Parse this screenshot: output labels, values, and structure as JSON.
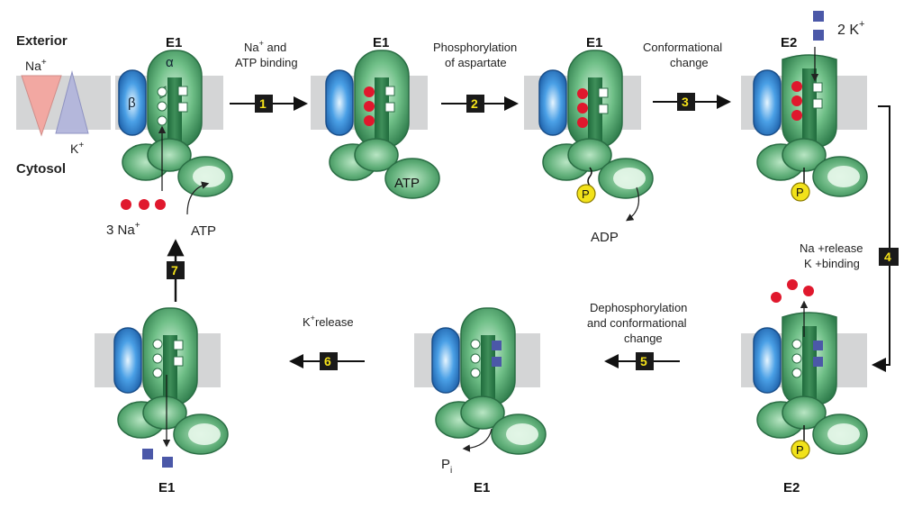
{
  "labels": {
    "exterior": "Exterior",
    "cytosol": "Cytosol",
    "na": "Na",
    "k": "K",
    "plus": "+",
    "alpha": "α",
    "beta": "β",
    "e1": "E1",
    "e2": "E2",
    "three_na": "3 Na",
    "two_k": "2 K",
    "atp": "ATP",
    "adp": "ADP",
    "p": "P",
    "pi_main": "P",
    "pi_sub": "i"
  },
  "steps": [
    {
      "num": "1",
      "line1": "Na",
      "line1_sup": "+",
      "line1_rest": " and",
      "line2": "ATP binding"
    },
    {
      "num": "2",
      "line1": "Phosphorylation",
      "line2": "of aspartate"
    },
    {
      "num": "3",
      "line1": "Conformational",
      "line2": "change"
    },
    {
      "num": "4",
      "line1": "Na +release",
      "line2": "K +binding"
    },
    {
      "num": "5",
      "line1": "Dephosphorylation",
      "line2": "and conformational",
      "line3": "change"
    },
    {
      "num": "6",
      "line1": "K",
      "line1_sup": "+",
      "line1_rest": "release"
    },
    {
      "num": "7"
    }
  ],
  "colors": {
    "membrane": "#d4d5d6",
    "protein_green": "#5fae78",
    "protein_dark": "#2f7d4c",
    "beta_blue": "#2f86d1",
    "na_red": "#e0182d",
    "k_blue": "#4b58a8",
    "phosphate_yellow": "#f2e21a",
    "step_box": "#1a1a1a",
    "step_num": "#f5e21a",
    "na_gradient": "#f4a6a0",
    "k_gradient": "#b3b6dc"
  }
}
